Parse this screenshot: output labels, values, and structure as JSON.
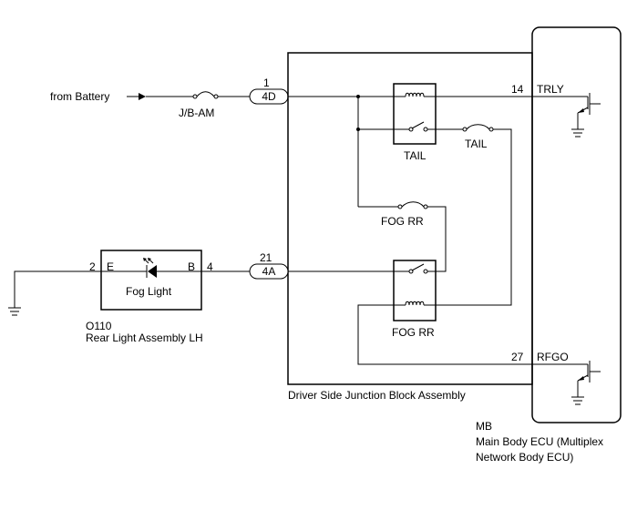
{
  "battery": {
    "label": "from Battery"
  },
  "fuses": {
    "jb_am": "J/B-AM",
    "tail": "TAIL",
    "fog_rr": "FOG RR"
  },
  "connectors": {
    "top_pin": "1",
    "top_code": "4D",
    "bottom_pin": "21",
    "bottom_code": "4A"
  },
  "relays": {
    "tail": "TAIL",
    "fog_rr": "FOG RR"
  },
  "fog_light": {
    "label": "Fog Light",
    "pin_left": "2",
    "term_left": "E",
    "term_right": "B",
    "pin_right": "4",
    "code": "O110",
    "name": "Rear Light Assembly LH"
  },
  "junction_block": {
    "name": "Driver Side Junction Block Assembly"
  },
  "ecu": {
    "pin_trly": "14",
    "sig_trly": "TRLY",
    "pin_rfgo": "27",
    "sig_rfgo": "RFGO",
    "code": "MB",
    "name_line1": "Main Body ECU (Multiplex",
    "name_line2": "Network Body ECU)"
  }
}
